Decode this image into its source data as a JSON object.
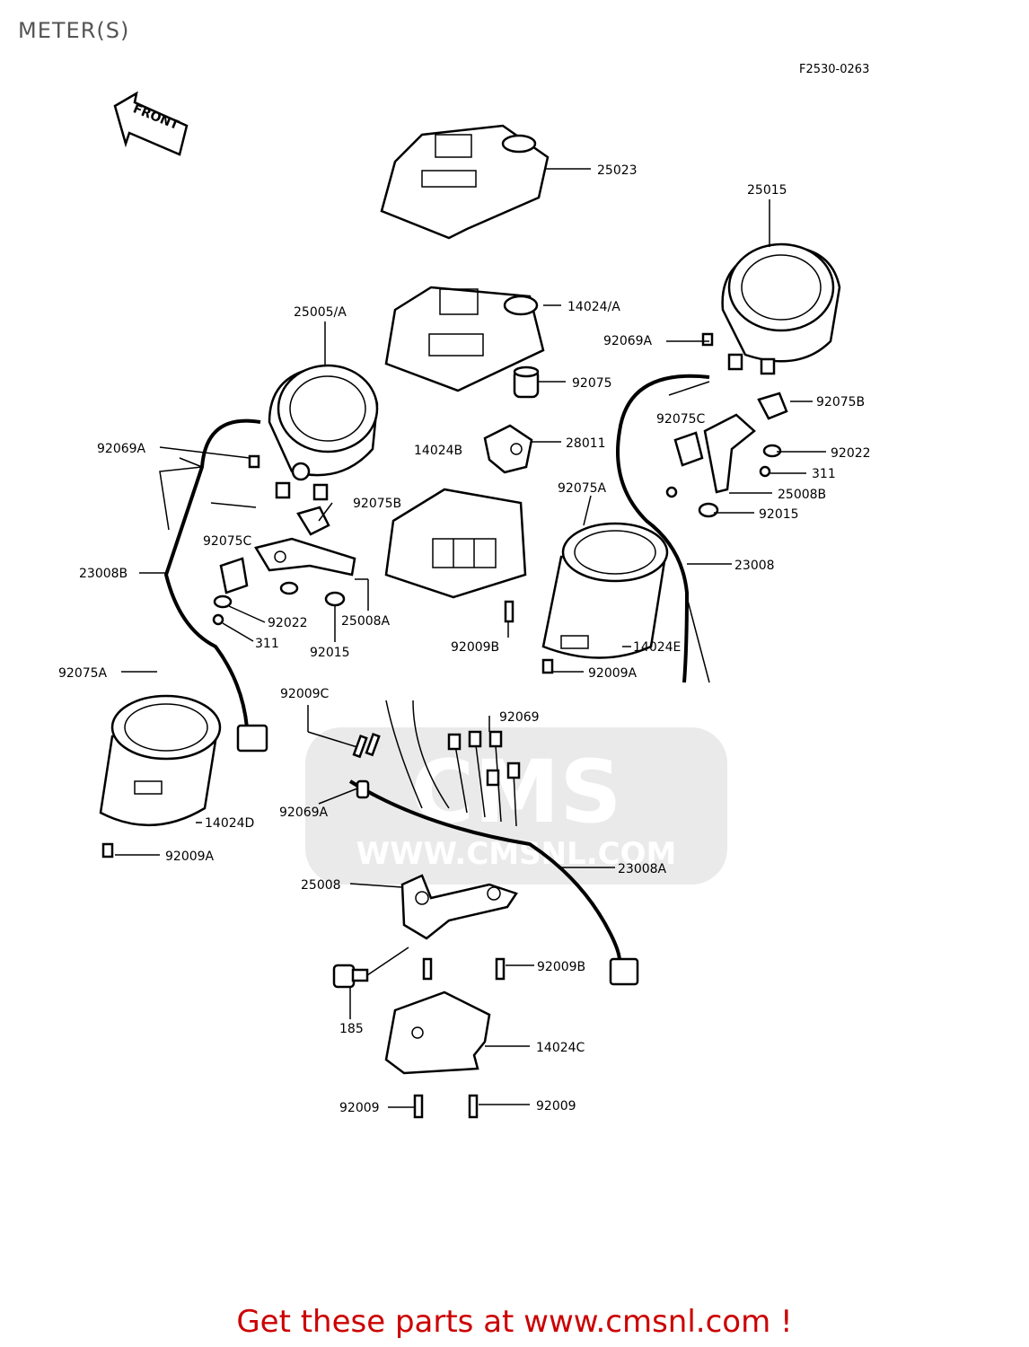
{
  "header": {
    "title": "METER(S)",
    "diagram_code": "F2530-0263"
  },
  "orientation": {
    "front_label": "FRONT"
  },
  "watermark": {
    "logo_text": "CMS",
    "url_text": "WWW.CMSNL.COM"
  },
  "callouts": [
    "25023",
    "25015",
    "25005/A",
    "14024/A",
    "92069A",
    "92075",
    "92075B",
    "92075C",
    "28011",
    "14024B",
    "92069A",
    "92022",
    "311",
    "92075B",
    "92075A",
    "25008B",
    "92075C",
    "92015",
    "23008B",
    "23008",
    "92022",
    "25008A",
    "311",
    "92015",
    "92009B",
    "14024E",
    "92075A",
    "92009A",
    "92009C",
    "92069",
    "92069A",
    "14024D",
    "92009A",
    "23008A",
    "25008",
    "92009B",
    "185",
    "14024C",
    "92009",
    "92009"
  ],
  "footer": {
    "promo_text": "Get these parts at www.cmsnl.com !"
  },
  "colors": {
    "promo": "#cc0000",
    "lines": "#000000",
    "watermark": "#d8d8d8"
  }
}
